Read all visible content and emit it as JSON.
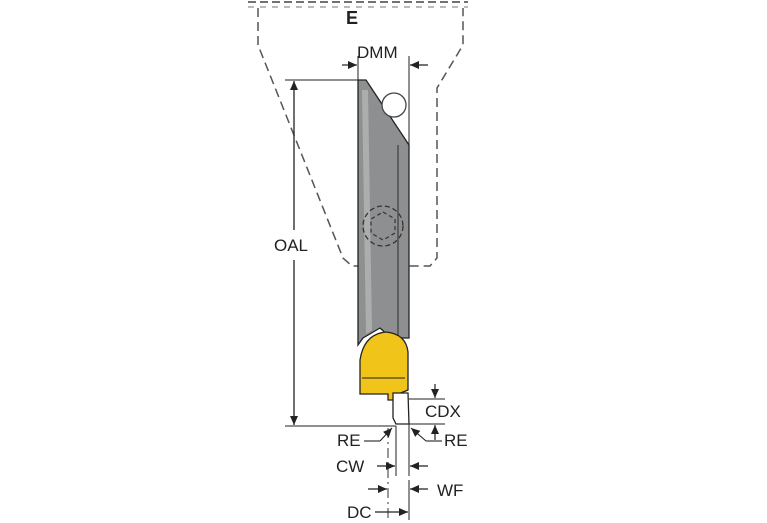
{
  "view_label": "E",
  "dimensions": {
    "dmm": "DMM",
    "oal": "OAL",
    "cdx": "CDX",
    "re_left": "RE",
    "re_right": "RE",
    "cw": "CW",
    "wf": "WF",
    "dc": "DC"
  },
  "colors": {
    "shank": "#8e8f91",
    "insert": "#f0c419",
    "line": "#222222"
  }
}
